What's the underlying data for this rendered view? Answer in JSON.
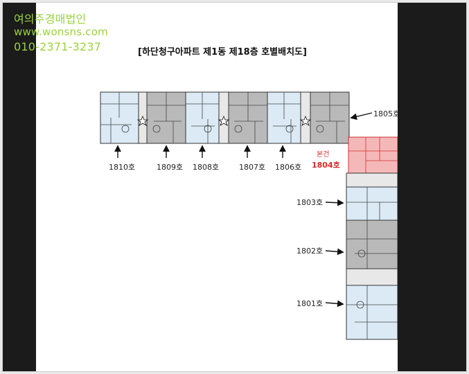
{
  "watermark": {
    "name": "여의주경매법인",
    "url": "www.wonsns.com",
    "phone": "010-2371-3237"
  },
  "plan": {
    "title": "[하단청구아파트 제1동 제18층 호별배치도]",
    "subject_note": "본건",
    "units": {
      "u1810": "1810호",
      "u1809": "1809호",
      "u1808": "1808호",
      "u1807": "1807호",
      "u1806": "1806호",
      "u1805": "1805호",
      "u1804": "1804호",
      "u1803": "1803호",
      "u1802": "1802호",
      "u1801": "1801호"
    }
  },
  "colors": {
    "watermark": "#9ad23e",
    "subject_fill": "#f5b8b8",
    "subject_text": "#d62a2a",
    "unit_blue": "#dbeaf5",
    "unit_grey": "#b9b9b9"
  }
}
